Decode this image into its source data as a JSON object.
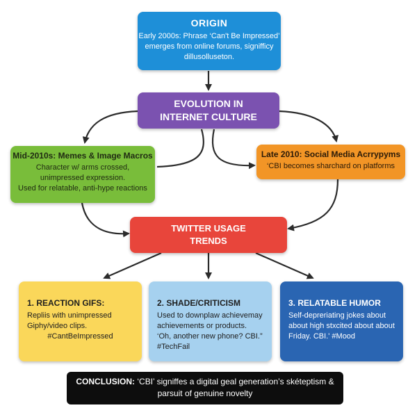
{
  "nodes": {
    "origin": {
      "title": "ORIGIN",
      "lines": [
        "Early 2000s: Phrase ‘Can't Be Impressed’",
        "emerges from online forums, signifficy",
        "dillusolluseton."
      ],
      "color": "#1e8fd8"
    },
    "evolution": {
      "lines": [
        "EVOLUTION IN",
        "INTERNET CULTURE"
      ],
      "color": "#7b52b0"
    },
    "memes": {
      "title": "Mid-2010s: Memes & Image Macros",
      "lines": [
        "Character w/ arms crossed,",
        "unimpressed expression.",
        "Used for relatable, anti-hype reactions"
      ],
      "color": "#79bd3a"
    },
    "social": {
      "title": "Late 2010: Social Media Acrrypyms",
      "lines": [
        "‘CBI becomes sharchard on platforms"
      ],
      "color": "#f29526"
    },
    "twitter": {
      "lines": [
        "TWITTER USAGE",
        "TRENDS"
      ],
      "color": "#e8453b"
    },
    "reaction": {
      "title": "1. REACTION GIFS:",
      "lines": [
        "Repliis with unimpressed",
        "Giphy/video clips."
      ],
      "tag": "#CantBeImpressed",
      "color": "#fad75a"
    },
    "shade": {
      "title": "2. SHADE/CRITICISM",
      "lines": [
        "Used to downplaw achievemay",
        "achievements or products.",
        "‘Oh, another new phone? CBI.”",
        "#TechFail"
      ],
      "color": "#a6d1ef"
    },
    "humor": {
      "title": "3. RELATABLE HUMOR",
      "lines": [
        "Self-depreriating jokes about",
        "about high stxcited about about",
        "Friday. CBI.' #Mood"
      ],
      "color": "#2a65b2"
    }
  },
  "conclusion": {
    "label": "CONCLUSION:",
    "text_line1": " ‘CBI’ signiffes a digital geal generation’s skéteptism &",
    "text_line2": "parsuit of genuine novelty"
  }
}
